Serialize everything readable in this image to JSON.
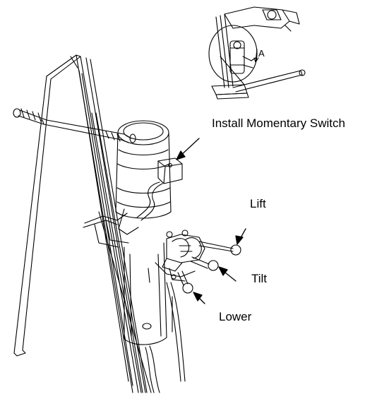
{
  "labels": {
    "title": "Install Momentary Switch",
    "lift": "Lift",
    "tilt": "Tilt",
    "lower": "Lower"
  },
  "detail_callout": "A",
  "colors": {
    "line": "#000000",
    "background": "#ffffff"
  }
}
